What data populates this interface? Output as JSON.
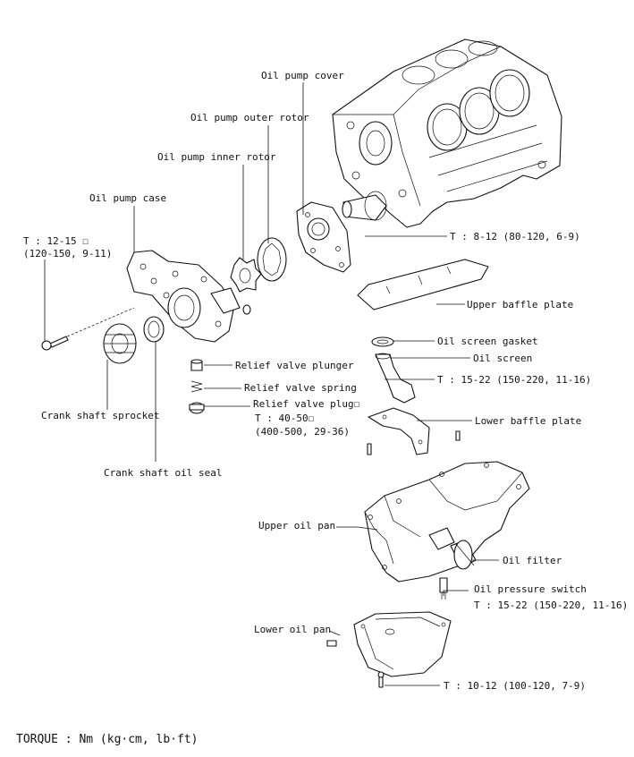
{
  "labels": {
    "oil_pump_cover": "Oil pump cover",
    "oil_pump_outer_rotor": "Oil pump outer rotor",
    "oil_pump_inner_rotor": "Oil pump inner rotor",
    "oil_pump_case": "Oil pump case",
    "torque_case_1": "T : 12-15 ☐",
    "torque_case_2": "(120-150, 9-11)",
    "torque_cover": "T : 8-12 (80-120, 6-9)",
    "upper_baffle_plate": "Upper baffle plate",
    "oil_screen_gasket": "Oil screen gasket",
    "oil_screen": "Oil screen",
    "torque_screen": "T : 15-22 (150-220, 11-16)",
    "relief_valve_plunger": "Relief valve plunger",
    "relief_valve_spring": "Relief valve spring",
    "relief_valve_plug": "Relief valve plug☐",
    "torque_plug_1": "T : 40-50☐",
    "torque_plug_2": "(400-500, 29-36)",
    "lower_baffle_plate": "Lower baffle plate",
    "crank_shaft_sprocket": "Crank shaft sprocket",
    "crank_shaft_oil_seal": "Crank shaft oil seal",
    "upper_oil_pan": "Upper oil pan",
    "oil_filter": "Oil filter",
    "oil_pressure_switch": "Oil pressure switch",
    "torque_switch": "T : 15-22 (150-220, 11-16)",
    "lower_oil_pan": "Lower oil pan",
    "torque_lower_pan": "T : 10-12 (100-120, 7-9)"
  },
  "footer": {
    "torque_units": "TORQUE : Nm (kg·cm, lb·ft)"
  }
}
